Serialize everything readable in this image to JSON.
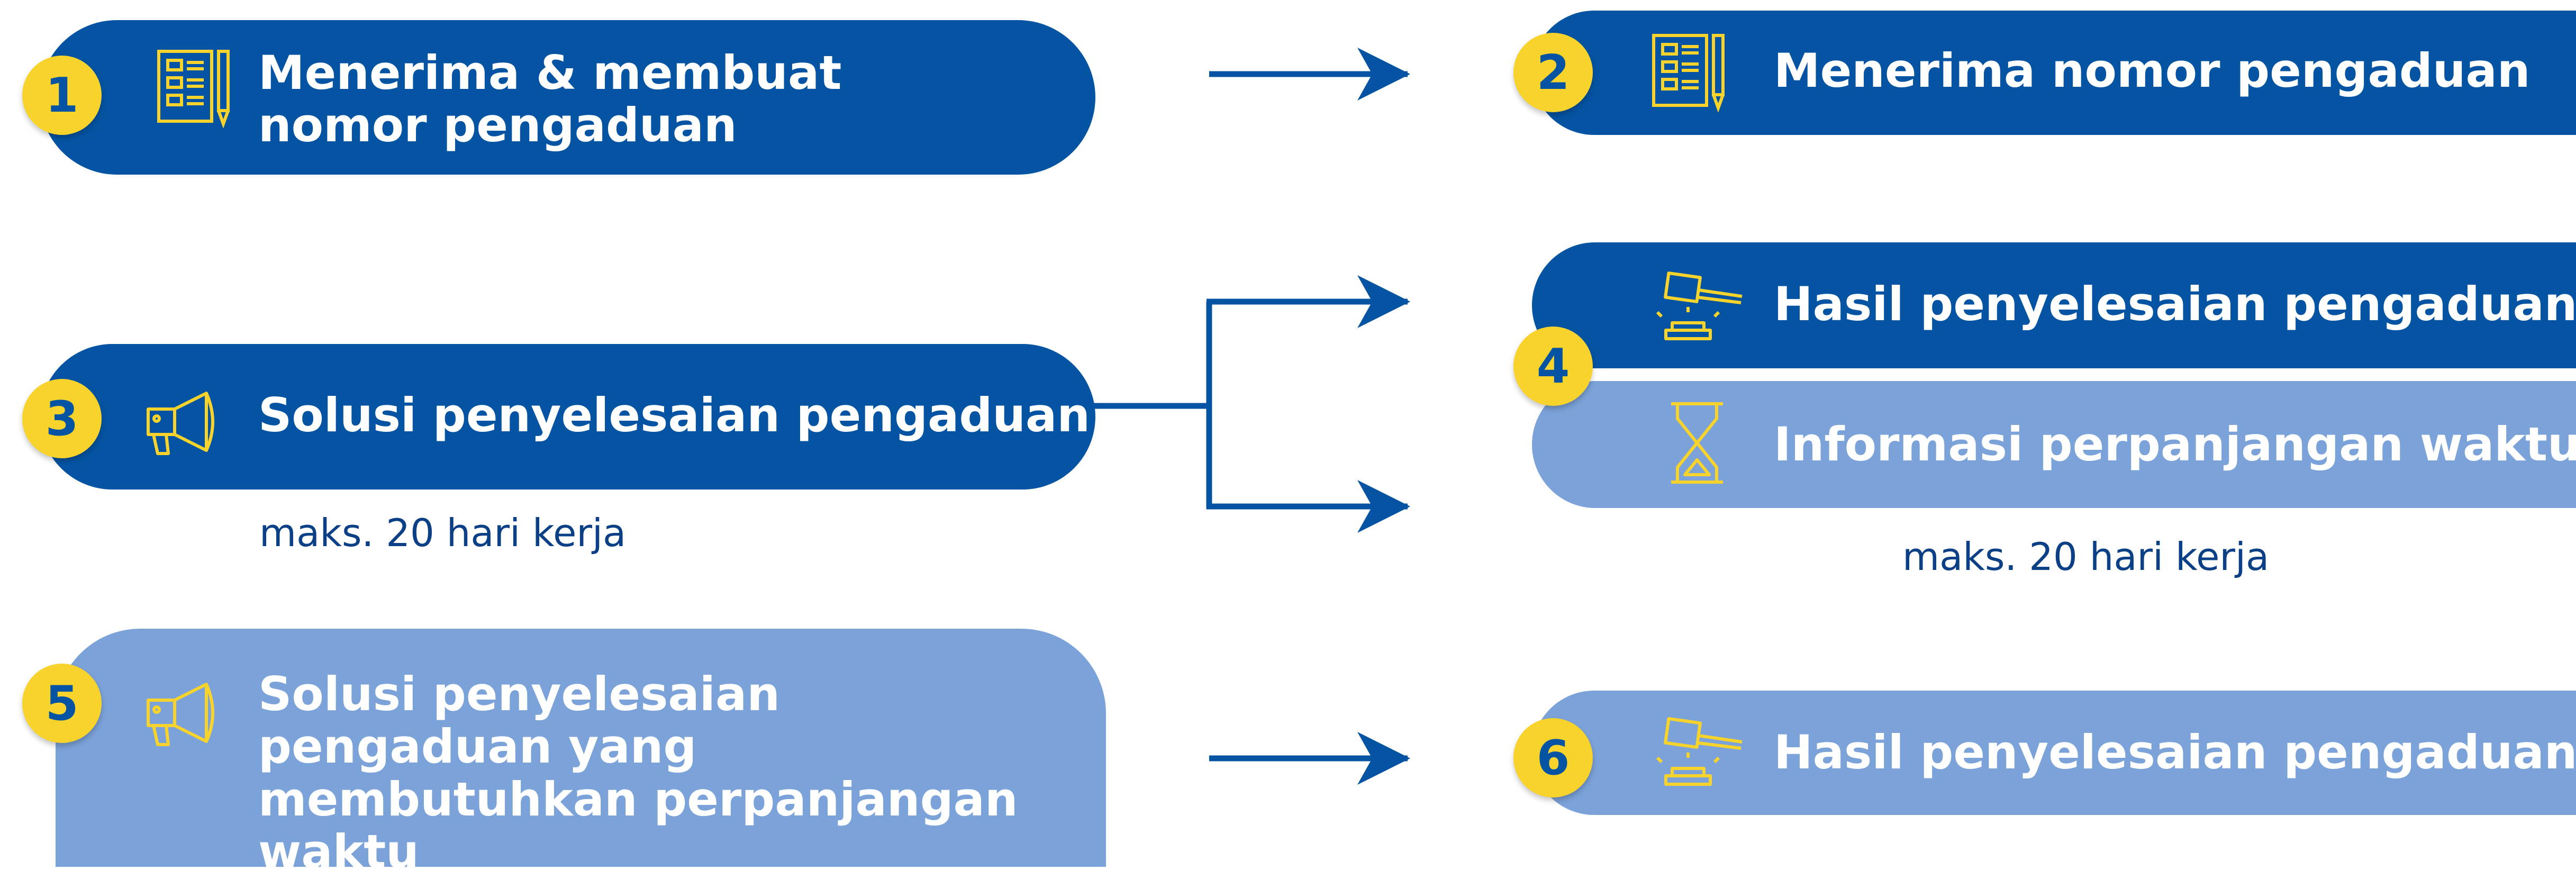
{
  "colors": {
    "dark_pill": "#0454a3",
    "light_pill": "#7ba2d9",
    "badge": "#f8d32b",
    "icon_stroke": "#f8d32b",
    "arrow": "#0454a3"
  },
  "steps": [
    {
      "number": "1",
      "text": "Menerima & membuat nomor pengaduan",
      "icon": "document-pen-icon"
    },
    {
      "number": "2",
      "text": "Menerima nomor pengaduan",
      "icon": "document-pen-icon"
    },
    {
      "number": "3",
      "text": "Solusi penyelesaian pengaduan",
      "icon": "megaphone-icon"
    },
    {
      "number": "4",
      "text_top": "Hasil penyelesaian pengaduan",
      "icon_top": "gavel-icon",
      "text_bottom": "Informasi perpanjangan waktu",
      "icon_bottom": "hourglass-icon"
    },
    {
      "number": "5",
      "text": "Solusi penyelesaian pengaduan yang membutuhkan perpanjangan waktu",
      "icon": "megaphone-icon"
    },
    {
      "number": "6",
      "text": "Hasil penyelesaian pengaduan",
      "icon": "gavel-icon"
    }
  ],
  "notes": {
    "left": "maks. 20 hari kerja",
    "right": "maks. 20 hari kerja"
  }
}
